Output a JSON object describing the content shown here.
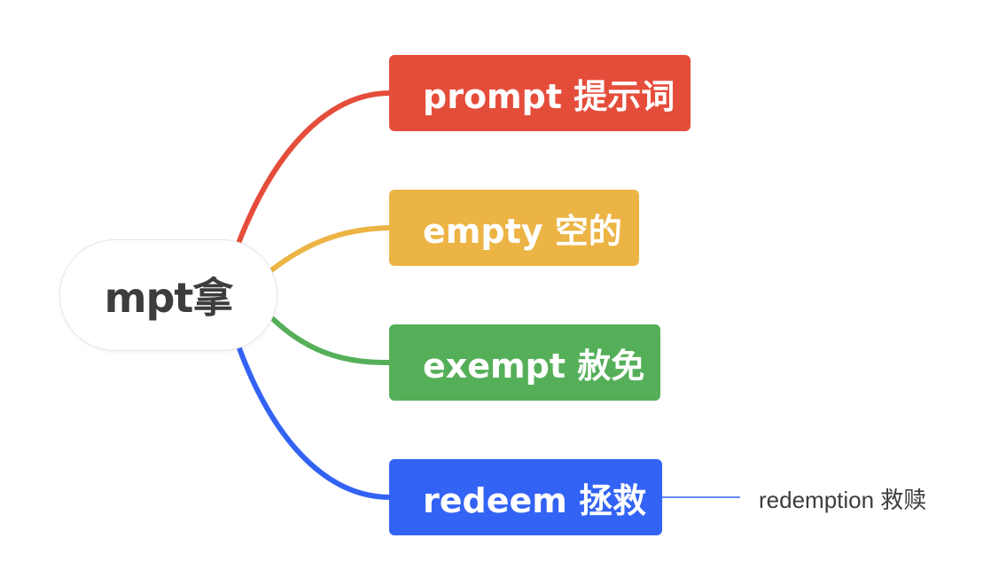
{
  "mindmap": {
    "center": {
      "label": "mpt拿"
    },
    "branches": [
      {
        "label": "prompt 提示词",
        "color": "#E54D3B"
      },
      {
        "label": "empty 空的",
        "color": "#ECB445"
      },
      {
        "label": "exempt 赦免",
        "color": "#55AF59"
      },
      {
        "label": "redeem 拯救",
        "color": "#3363F5",
        "children": [
          {
            "label": "redemption 救赎"
          }
        ]
      }
    ]
  }
}
